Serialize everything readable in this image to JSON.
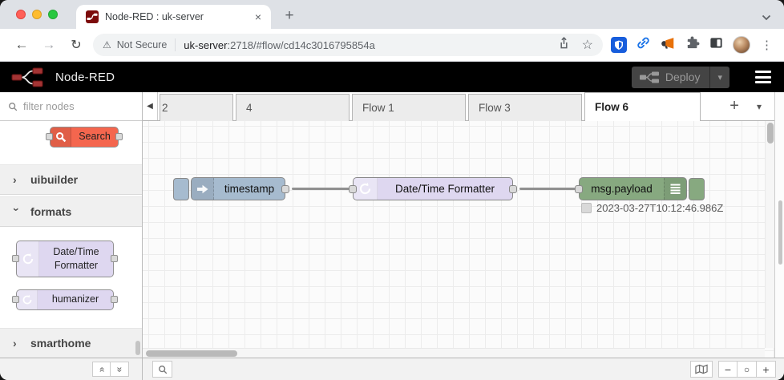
{
  "browser": {
    "tab_title": "Node-RED : uk-server",
    "close_tab_glyph": "×",
    "new_tab_glyph": "+",
    "nav": {
      "back": "←",
      "forward": "→",
      "reload": "↻"
    },
    "omnibox": {
      "warning_glyph": "⚠",
      "security_label": "Not Secure",
      "host": "uk-server",
      "path": ":2718/#flow/cd14c3016795854a"
    },
    "star_glyph": "☆",
    "menu_glyph": "⋮"
  },
  "app": {
    "name": "Node-RED",
    "deploy_label": "Deploy",
    "deploy_caret": "▾"
  },
  "palette": {
    "filter_placeholder": "filter nodes",
    "search_node_label": "Search",
    "categories": [
      {
        "label": "uibuilder",
        "state": "collapsed",
        "chevron": "›"
      },
      {
        "label": "formats",
        "state": "expanded",
        "chevron": "›"
      },
      {
        "label": "smarthome",
        "state": "collapsed",
        "chevron": "›"
      }
    ],
    "formats_nodes": [
      {
        "label": "Date/Time Formatter"
      },
      {
        "label": "humanizer"
      }
    ],
    "collapse_glyph": "»"
  },
  "tabs": {
    "scroll_left_glyph": "◀",
    "labels": [
      "2",
      "4",
      "Flow 1",
      "Flow 3",
      "Flow 6"
    ],
    "active": "Flow 6",
    "add_glyph": "+",
    "menu_glyph": "▾"
  },
  "flow": {
    "nodes": [
      {
        "type": "inject",
        "label": "timestamp"
      },
      {
        "type": "formatter",
        "label": "Date/Time Formatter"
      },
      {
        "type": "debug",
        "label": "msg.payload"
      }
    ],
    "debug_status": "2023-03-27T10:12:46.986Z"
  },
  "footer": {
    "zoom_out_glyph": "−",
    "zoom_reset_glyph": "○",
    "zoom_in_glyph": "+"
  },
  "colors": {
    "inject_node": "#a6bbcf",
    "formatter_node": "#ded7f0",
    "debug_node": "#87a980",
    "search_node": "#f4664e",
    "header_bg": "#000000",
    "brand_red": "#8f2323",
    "bitwarden_blue": "#175ddc"
  }
}
